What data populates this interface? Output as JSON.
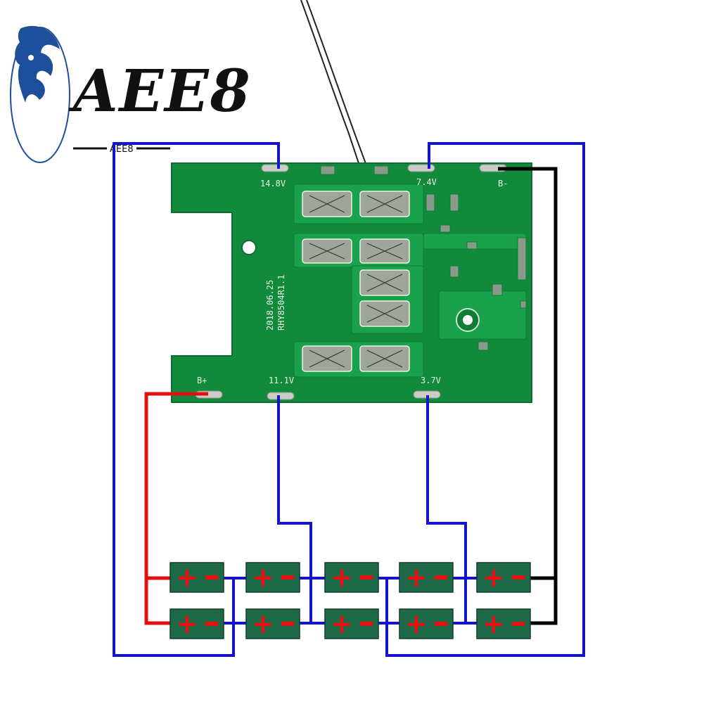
{
  "logo": {
    "brand_text": "AEE8",
    "sub_text": "AEE8"
  },
  "pcb": {
    "labels": {
      "p14_8v": "14.8V",
      "p7_4v": "7.4V",
      "b_minus": "B-",
      "b_plus": "B+",
      "p11_1v": "11.1V",
      "p3_7v": "3.7V",
      "date": "2018.06.25",
      "model": "RHY8504R1.1"
    }
  },
  "cells": {
    "plus_symbol": "+",
    "minus_symbol": "−",
    "rows": 2,
    "columns": 5
  },
  "colors": {
    "pcb_green": "#128a3c",
    "cell_green": "#1e6a48",
    "wire_blue": "#1414c8",
    "wire_red": "#e01010",
    "wire_black": "#000000",
    "polarity_red": "#e81010",
    "logo_blue": "#1e4f9a"
  }
}
